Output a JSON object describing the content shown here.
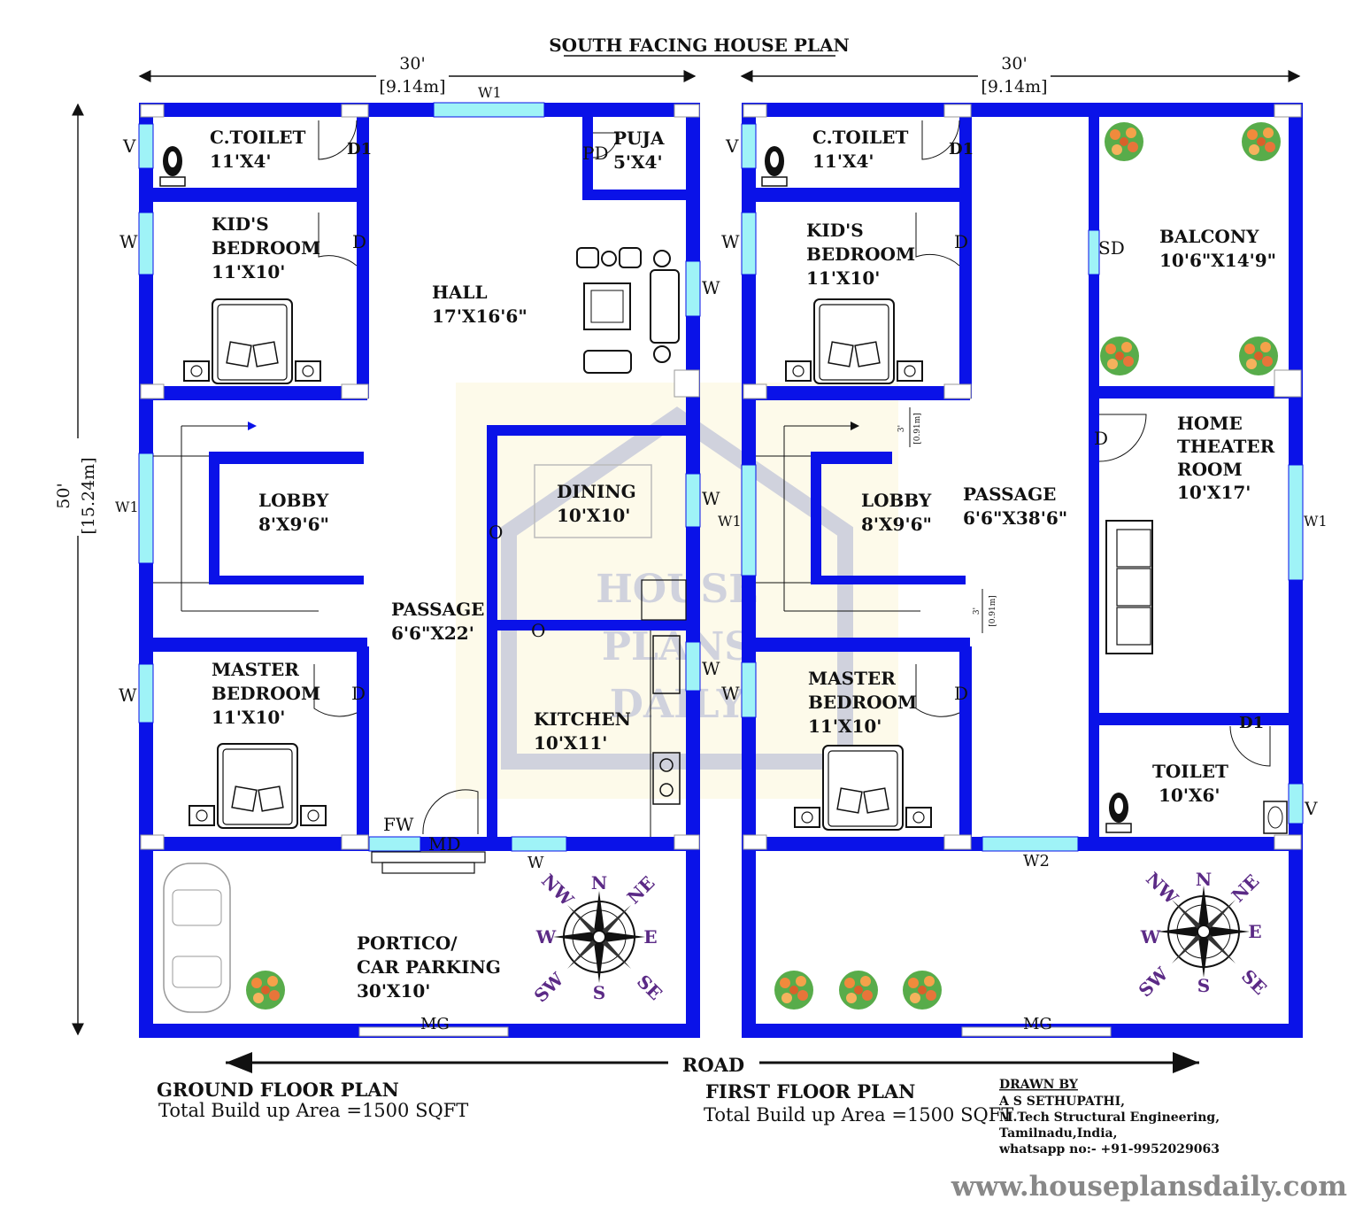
{
  "title": "SOUTH FACING HOUSE PLAN",
  "dimensions": {
    "width_ground_ft": "30'",
    "width_ground_m": "[9.14m]",
    "width_first_ft": "30'",
    "width_first_m": "[9.14m]",
    "depth_ft": "50'",
    "depth_m": "[15.24m]",
    "stair_clear_1": "3'",
    "stair_clear_1m": "[0.91m]",
    "stair_clear_2": "3'",
    "stair_clear_2m": "[0.91m]"
  },
  "ground_floor": {
    "caption": "GROUND FLOOR PLAN",
    "area": "Total Build up Area =1500 SQFT",
    "rooms": {
      "ctoilet_name": "C.TOILET",
      "ctoilet_size": "11'X4'",
      "kids_name1": "KID'S",
      "kids_name2": "BEDROOM",
      "kids_size": "11'X10'",
      "hall_name": "HALL",
      "hall_size": "17'X16'6\"",
      "puja_name": "PUJA",
      "puja_size": "5'X4'",
      "lobby_name": "LOBBY",
      "lobby_size": "8'X9'6\"",
      "dining_name": "DINING",
      "dining_size": "10'X10'",
      "passage_name": "PASSAGE",
      "passage_size": "6'6\"X22'",
      "master_name1": "MASTER",
      "master_name2": "BEDROOM",
      "master_size": "11'X10'",
      "kitchen_name": "KITCHEN",
      "kitchen_size": "10'X11'",
      "portico_name1": "PORTICO/",
      "portico_name2": "CAR PARKING",
      "portico_size": "30'X10'"
    },
    "tags": {
      "w1_top": "W1",
      "v": "V",
      "w_kids": "W",
      "w1_left": "W1",
      "w_master": "W",
      "d1": "D1",
      "d_kids": "D",
      "pd": "PD",
      "w_hall": "W",
      "w_dining": "W",
      "o_dining": "O",
      "o_kitchen": "O",
      "w_kitchen": "W",
      "d_master": "D",
      "fw": "FW",
      "md": "MD",
      "w_bottom": "W",
      "mg": "MG"
    }
  },
  "first_floor": {
    "caption": "FIRST FLOOR PLAN",
    "area": "Total Build up Area =1500 SQFT",
    "rooms": {
      "ctoilet_name": "C.TOILET",
      "ctoilet_size": "11'X4'",
      "kids_name1": "KID'S",
      "kids_name2": "BEDROOM",
      "kids_size": "11'X10'",
      "balcony_name": "BALCONY",
      "balcony_size": "10'6\"X14'9\"",
      "lobby_name": "LOBBY",
      "lobby_size": "8'X9'6\"",
      "passage_name": "PASSAGE",
      "passage_size": "6'6\"X38'6\"",
      "home_name1": "HOME",
      "home_name2": "THEATER",
      "home_name3": "ROOM",
      "home_size": "10'X17'",
      "master_name1": "MASTER",
      "master_name2": "BEDROOM",
      "master_size": "11'X10'",
      "toilet_name": "TOILET",
      "toilet_size": "10'X6'"
    },
    "tags": {
      "v": "V",
      "d1": "D1",
      "w_kids": "W",
      "d_kids": "D",
      "sd": "SD",
      "w1_left": "W1",
      "d_home": "D",
      "w1_right": "W1",
      "w_master": "W",
      "d_master": "D",
      "d1_toilet": "D1",
      "v_toilet": "V",
      "w2": "W2",
      "mg": "MG"
    }
  },
  "compass": {
    "n": "N",
    "s": "S",
    "e": "E",
    "w": "W",
    "ne": "NE",
    "nw": "NW",
    "se": "SE",
    "sw": "SW"
  },
  "road": "ROAD",
  "credit": {
    "drawn_by": "DRAWN BY",
    "name": "A S SETHUPATHI,",
    "qual": "M.Tech Structural Engineering,",
    "place": "Tamilnadu,India,",
    "phone": "whatsapp no:- +91-9952029063"
  },
  "website": "www.houseplansdaily.com",
  "watermark": [
    "HOUSE",
    "PLANS",
    "DAILY"
  ],
  "colors": {
    "wall": "#0a12e8",
    "window": "#9ff3f7",
    "compass_text": "#5b2a86"
  }
}
